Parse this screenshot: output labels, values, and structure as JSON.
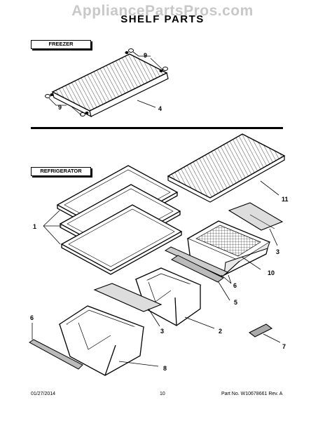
{
  "watermark": "AppliancePartsPros.com",
  "title": "SHELF PARTS",
  "sections": {
    "freezer": "FREEZER",
    "refrigerator": "REFRIGERATOR"
  },
  "callouts": {
    "freezer_9_top": "9",
    "freezer_4": "4",
    "freezer_9_bottom": "9",
    "fridge_11": "11",
    "fridge_1": "1",
    "fridge_3_right": "3",
    "fridge_10": "10",
    "fridge_6_right": "6",
    "fridge_5": "5",
    "fridge_2": "2",
    "fridge_3_left": "3",
    "fridge_6_left": "6",
    "fridge_7": "7",
    "fridge_8": "8"
  },
  "footer": {
    "date": "01/27/2014",
    "page": "10",
    "part": "Part No. W10678661  Rev. A"
  }
}
